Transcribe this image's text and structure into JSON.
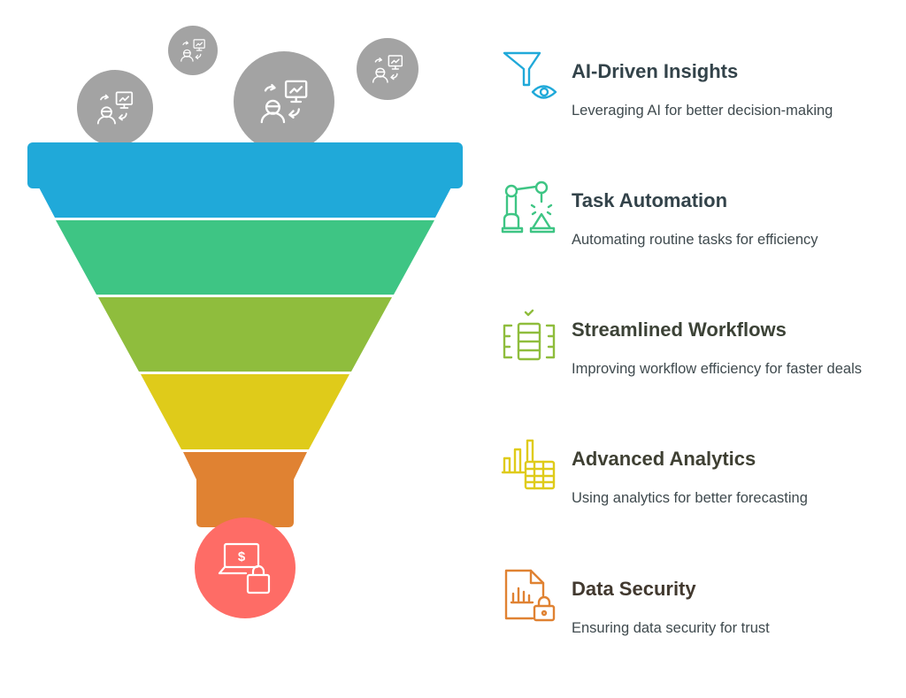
{
  "colors": {
    "bubble": "#a3a3a3",
    "stages": [
      "#20a9d9",
      "#3ec584",
      "#8fbd3d",
      "#dfcb1a",
      "#e08232"
    ],
    "outlet": "#fe6c66",
    "title_text": "#33434a",
    "desc_text": "#3f4a4e"
  },
  "funnel": {
    "input_icon": "person-presentation-icon",
    "output_icon": "laptop-shopping-icon"
  },
  "items": [
    {
      "title": "AI-Driven Insights",
      "desc": "Leveraging AI for better decision-making",
      "icon": "funnel-eye-icon",
      "color": "#20a9d9"
    },
    {
      "title": "Task Automation",
      "desc": "Automating routine tasks for efficiency",
      "icon": "robot-arm-icon",
      "color": "#3ec584"
    },
    {
      "title": "Streamlined Workflows",
      "desc": "Improving workflow efficiency for faster deals",
      "icon": "workflow-check-icon",
      "color": "#8fbd3d"
    },
    {
      "title": "Advanced Analytics",
      "desc": "Using analytics for better forecasting",
      "icon": "bar-chart-table-icon",
      "color": "#dfcb1a"
    },
    {
      "title": "Data Security",
      "desc": "Ensuring data security for trust",
      "icon": "document-lock-icon",
      "color": "#e08232"
    }
  ]
}
